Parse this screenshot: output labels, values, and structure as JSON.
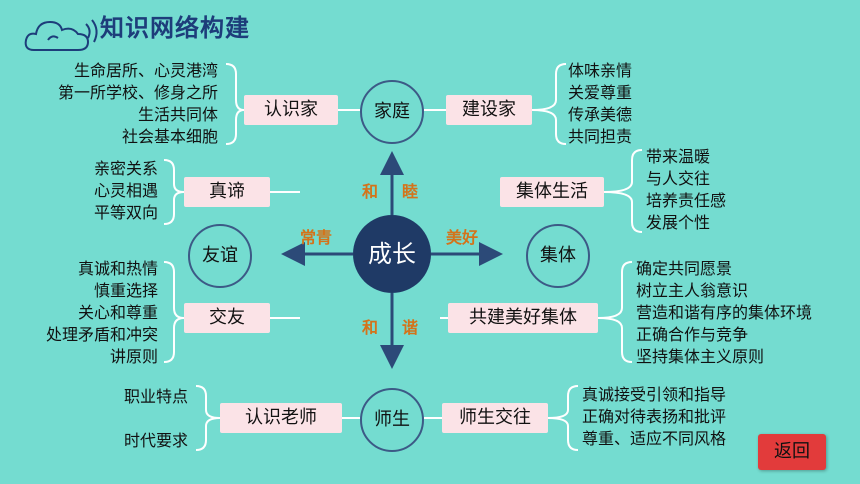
{
  "title": "知识网络构建",
  "center": "成长",
  "nodes": {
    "family": "家庭",
    "friendship": "友谊",
    "collective": "集体",
    "teacher": "师生"
  },
  "connectors": {
    "up": [
      "和",
      "睦"
    ],
    "left": "常青",
    "right": "美好",
    "down": [
      "和",
      "谐"
    ]
  },
  "boxes": {
    "know_home": "认识家",
    "build_home": "建设家",
    "truth": "真谛",
    "collective_life": "集体生活",
    "make_friends": "交友",
    "build_collective": "共建美好集体",
    "know_teacher": "认识老师",
    "teacher_student": "师生交往"
  },
  "lists": {
    "know_home": [
      "生命居所、心灵港湾",
      "第一所学校、修身之所",
      "生活共同体",
      "社会基本细胞"
    ],
    "build_home": [
      "体味亲情",
      "关爱尊重",
      "传承美德",
      "共同担责"
    ],
    "truth": [
      "亲密关系",
      "心灵相遇",
      "平等双向"
    ],
    "collective_life": [
      "带来温暖",
      "与人交往",
      "培养责任感",
      "发展个性"
    ],
    "make_friends": [
      "真诚和热情",
      "慎重选择",
      "关心和尊重",
      "处理矛盾和冲突",
      "讲原则"
    ],
    "build_collective": [
      "确定共同愿景",
      "树立主人翁意识",
      "营造和谐有序的集体环境",
      "正确合作与竞争",
      "坚持集体主义原则"
    ],
    "know_teacher": [
      "职业特点",
      "时代要求"
    ],
    "teacher_student": [
      "真诚接受引领和指导",
      "正确对待表扬和批评",
      "尊重、适应不同风格"
    ]
  },
  "back_button": "返回",
  "colors": {
    "background": "#74dcd0",
    "center": "#1f3a66",
    "box": "#fbe3e7",
    "accent": "#d4731a",
    "back": "#e23b3b"
  }
}
